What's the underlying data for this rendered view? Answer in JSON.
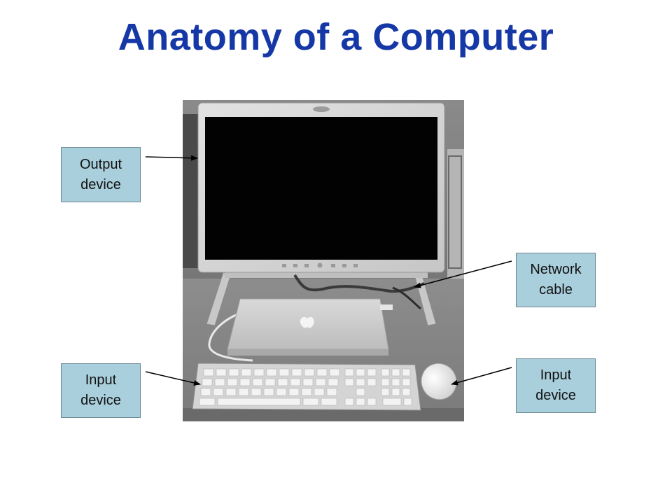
{
  "slide": {
    "title": "Anatomy of a Computer"
  },
  "callouts": {
    "output_device": "Output\ndevice",
    "input_device_keyboard": "Input\ndevice",
    "network_cable": "Network\ncable",
    "input_device_mouse": "Input\ndevice"
  },
  "colors": {
    "title": "#1538a6",
    "callout_fill": "#a9cfdc",
    "callout_border": "#6d8a94"
  }
}
